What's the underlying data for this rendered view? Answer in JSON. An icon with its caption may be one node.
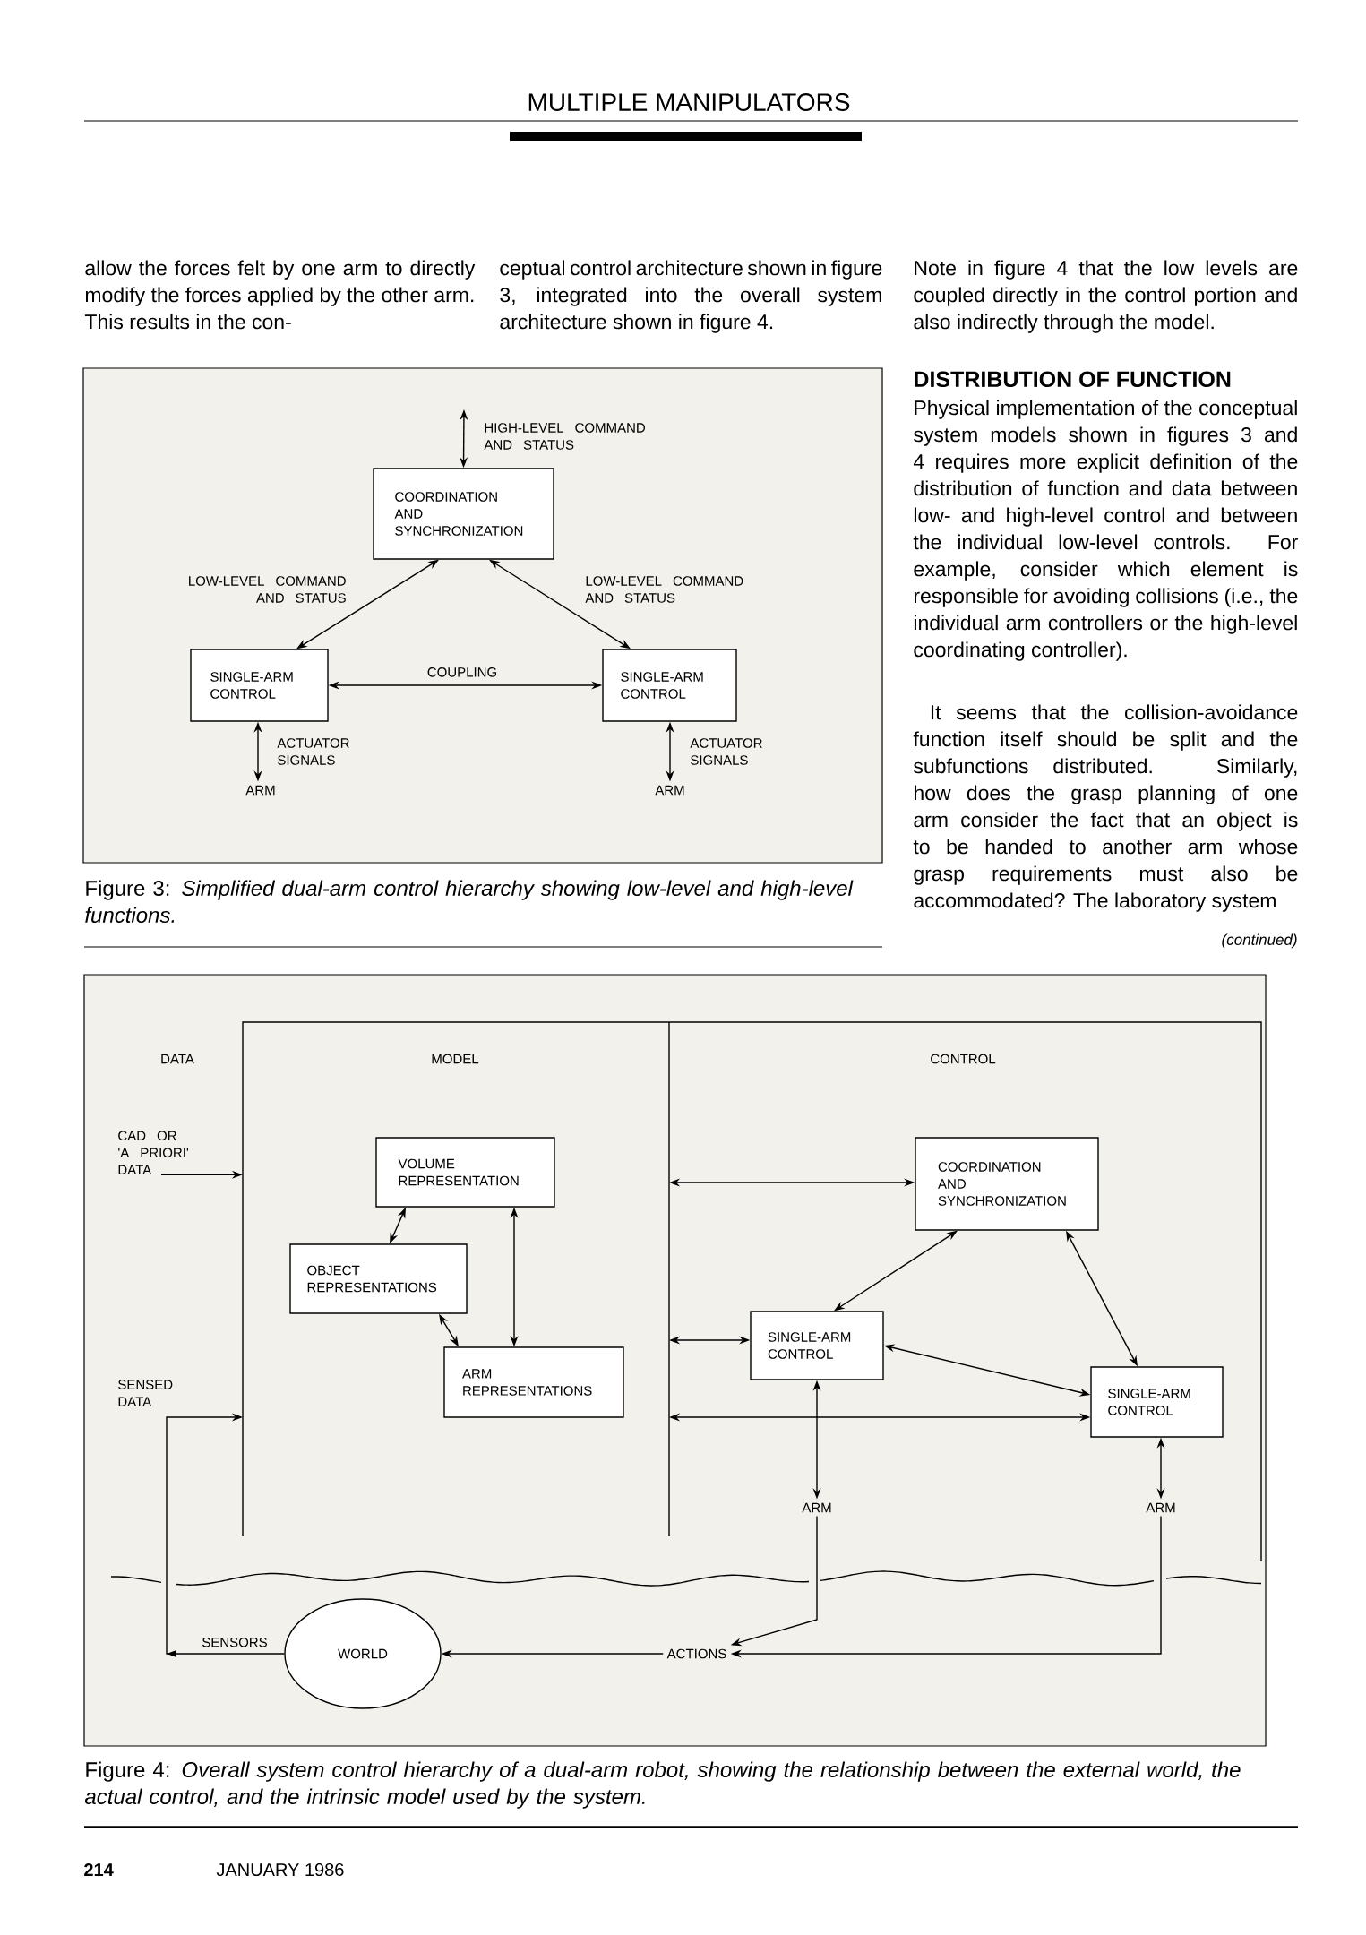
{
  "diagram": {
    "title": "MULTIPLE MANIPULATORS",
    "nodes": [
      {
        "text": [
          "COORDINATION AND SYNCHRONIZATION"
        ]
      },
      {
        "text": [
          "SINGLE-ARM CONTROL"
        ]
      },
      {
        "text": [
          "SINGLE-ARM CONTROL"
        ]
      },
      {
        "text": [
          "ARM"
        ]
      },
      {
        "text": [
          "ARM"
        ]
      },
      {
        "text": [
          "CAD OR 'A PRIORI' DATA"
        ]
      },
      {
        "text": [
          "VOLUME REPRESENTATION"
        ]
      },
      {
        "text": [
          "OBJECT REPRESENTATIONS"
        ]
      },
      {
        "text": [
          "ARM REPRESENTATIONS"
        ]
      },
      {
        "text": [
          "COORDINATION AND SYNCHRONIZATION"
        ]
      },
      {
        "text": [
          "SINGLE-ARM CONTROL"
        ]
      },
      {
        "text": [
          "SINGLE-ARM CONTROL"
        ]
      },
      {
        "text": [
          "ARM"
        ]
      },
      {
        "text": [
          "ARM"
        ]
      },
      {
        "text": [
          "ACTIONS"
        ]
      },
      {
        "text": [
          "WORLD"
        ]
      }
    ],
    "edges": [
      {
        "from": null,
        "to": 0,
        "arrow": "both",
        "label": "HIGH-LEVEL COMMAND AND STATUS"
      },
      {
        "from": 0,
        "to": 1,
        "arrow": "both",
        "label": "LOW-LEVEL COMMAND AND STATUS"
      },
      {
        "from": 0,
        "to": 2,
        "arrow": "both",
        "label": "LOW-LEVEL COMMAND AND STATUS"
      },
      {
        "from": 1,
        "to": 2,
        "arrow": "both",
        "label": "COUPLING"
      },
      {
        "from": 1,
        "to": 3,
        "arrow": "both",
        "label": "ACTUATOR SIGNALS"
      },
      {
        "from": 2,
        "to": 4,
        "arrow": "both",
        "label": "ACTUATOR SIGNALS"
      },
      {
        "from": 5,
        "to": null,
        "arrow": "to"
      },
      {
        "from": 6,
        "to": 7,
        "arrow": "both"
      },
      {
        "from": 6,
        "to": 8,
        "arrow": "both"
      },
      {
        "from": 7,
        "to": 8,
        "arrow": "both"
      },
      {
        "from": null,
        "to": 9,
        "arrow": "both"
      },
      {
        "from": 9,
        "to": 10,
        "arrow": "both"
      },
      {
        "from": 9,
        "to": 11,
        "arrow": "both"
      },
      {
        "from": 10,
        "to": 11,
        "arrow": "both"
      },
      {
        "from": null,
        "to": 10,
        "arrow": "both"
      },
      {
        "from": null,
        "to": 11,
        "arrow": "both"
      },
      {
        "from": 10,
        "to": 12,
        "arrow": "both"
      },
      {
        "from": 11,
        "to": 13,
        "arrow": "both"
      },
      {
        "from": 12,
        "to": 14,
        "arrow": "to"
      },
      {
        "from": 13,
        "to": 14,
        "arrow": "to"
      },
      {
        "from": 14,
        "to": 15,
        "arrow": "to"
      },
      {
        "from": 15,
        "to": null,
        "arrow": "to",
        "label": "SENSORS"
      }
    ],
    "labels": [
      "allow the forces felt by one arm to directly modify the forces applied by the other arm. This results in the con-",
      "ceptual control architecture shown in figure 3, integrated into the overall system architecture shown in figure 4.",
      "Note in figure 4 that the low levels are coupled directly in the control portion and also indirectly through the model.",
      "DISTRIBUTION OF FUNCTION",
      "Physical implementation of the conceptual system models shown in figures 3 and 4 requires more explicit definition of the distribution of function and data between low- and high-level control and between the individual low-level controls. For example, consider which element is responsible for avoiding collisions (i.e., the individual arm controllers or the high-level coordinating controller).",
      "It seems that the collision-avoidance function itself should be split and the subfunctions distributed. Similarly, how does the grasp planning of one arm consider the fact that an object is to be handed to another arm whose grasp requirements must also be accommodated? The laboratory system",
      "(continued)",
      "Figure 3: *Simplified dual-arm control hierarchy showing low-level and high-level functions.*",
      "DATA",
      "MODEL",
      "CONTROL",
      "SENSED DATA",
      "Figure 4: *Overall system control hierarchy of a dual-arm robot, showing the relationship between the external world, the actual control, and the intrinsic model used by the system.*",
      "214",
      "JANUARY 1986"
    ]
  }
}
